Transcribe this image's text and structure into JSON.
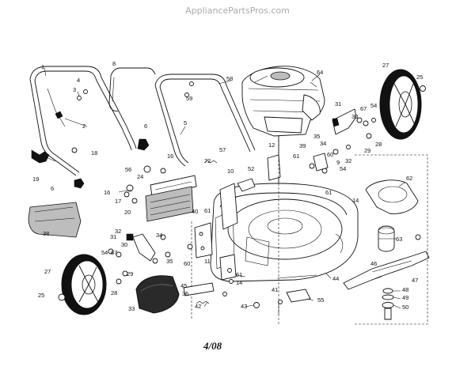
{
  "watermark": "AppliancePartsPros.com",
  "date_code": "4/08",
  "labels": {
    "l1": "1",
    "l2": "2",
    "l3": "3",
    "l4": "4",
    "l5": "5",
    "l6a": "6",
    "l6b": "6",
    "l8": "8",
    "l9": "9",
    "l10": "10",
    "l11": "11",
    "l12": "12",
    "l14a": "14",
    "l14b": "14",
    "l16a": "16",
    "l16b": "16",
    "l17": "17",
    "l18": "18",
    "l19": "19",
    "l20": "20",
    "l24": "24",
    "l25a": "25",
    "l25b": "25",
    "l27a": "27",
    "l27b": "27",
    "l28a": "28",
    "l28b": "28",
    "l29a": "29",
    "l29b": "29",
    "l30a": "30",
    "l30b": "30",
    "l31a": "31",
    "l31b": "31",
    "l32a": "32",
    "l32b": "32",
    "l33": "33",
    "l34a": "34",
    "l34b": "34",
    "l35a": "35",
    "l35b": "35",
    "l36": "36",
    "l38": "38",
    "l39": "39",
    "l40": "40",
    "l41": "41",
    "l42": "42",
    "l43": "43",
    "l44": "44",
    "l45": "45",
    "l46": "46",
    "l47": "47",
    "l48": "48",
    "l49": "49",
    "l50": "50",
    "l52": "52",
    "l54a": "54",
    "l54b": "54",
    "l54c": "54",
    "l55": "55",
    "l56": "56",
    "l57": "57",
    "l58": "58",
    "l59": "59",
    "l60a": "60",
    "l60b": "60",
    "l61a": "61",
    "l61b": "61",
    "l61c": "61",
    "l61d": "61",
    "l62": "62",
    "l63": "63",
    "l64": "64",
    "l67a": "67",
    "l67b": "67",
    "l72": "72"
  }
}
